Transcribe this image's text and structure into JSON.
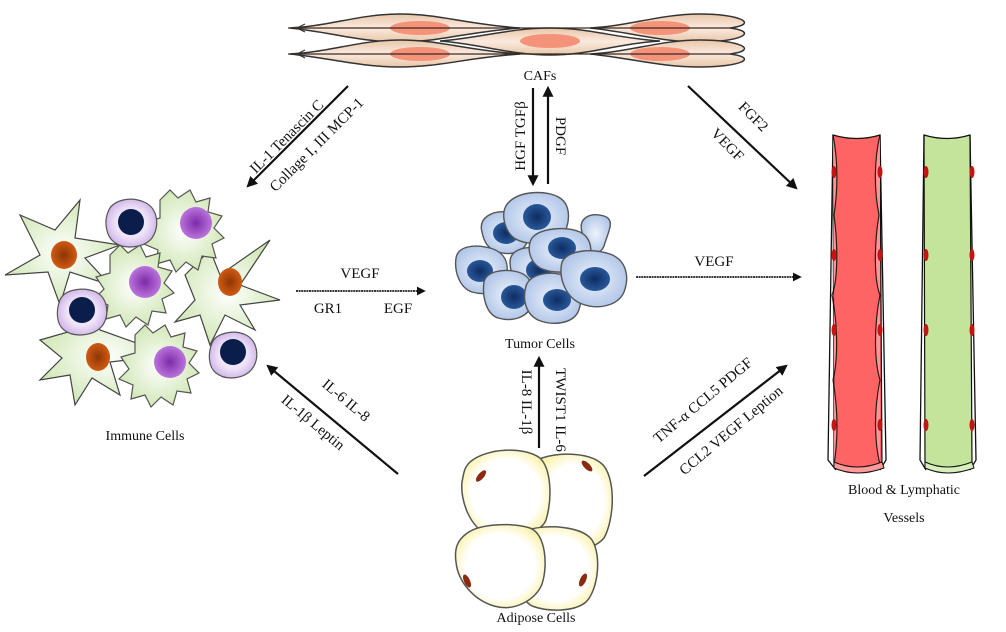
{
  "title": "Tumor microenvironment cell interactions",
  "nodes": {
    "cafs": {
      "label": "CAFs"
    },
    "tumor": {
      "label": "Tumor Cells"
    },
    "immune": {
      "label": "Immune Cells"
    },
    "adipose": {
      "label": "Adipose Cells"
    },
    "vessels": {
      "label_line1": "Blood & Lymphatic",
      "label_line2": "Vessels"
    }
  },
  "arrows": {
    "cafs_to_immune": {
      "from": "CAFs",
      "to": "Immune Cells",
      "upper": "IL-1 Tenascin C",
      "lower": "Collage I, III  MCP-1"
    },
    "cafs_to_tumor": {
      "from": "CAFs",
      "to": "Tumor Cells",
      "label": "HGF TGFβ"
    },
    "tumor_to_cafs": {
      "from": "Tumor Cells",
      "to": "CAFs",
      "label": "PDGF"
    },
    "cafs_to_vessels": {
      "from": "CAFs",
      "to": "Blood & Lymphatic Vessels",
      "upper": "FGF2",
      "lower": "VEGF"
    },
    "immune_to_tumor": {
      "from": "Immune Cells",
      "to": "Tumor Cells",
      "upper": "VEGF",
      "lower_left": "GR1",
      "lower_right": "EGF"
    },
    "tumor_to_vessels": {
      "from": "Tumor Cells",
      "to": "Blood & Lymphatic Vessels",
      "upper": "VEGF"
    },
    "adipose_to_tumor": {
      "from": "Adipose Cells",
      "to": "Tumor Cells",
      "left": "IL-8  IL-1β",
      "right": "TWIST1  IL-6"
    },
    "adipose_to_immune": {
      "from": "Adipose Cells",
      "to": "Immune Cells",
      "upper": "IL-6 IL-8",
      "lower": "IL-1β Leptin"
    },
    "adipose_to_vessels": {
      "from": "Adipose Cells",
      "to": "Blood & Lymphatic Vessels",
      "upper": "TNF-α CCL5 PDGF",
      "lower": "CCL2 VEGF Leption"
    }
  },
  "colors": {
    "caf_body": "#f5d6bf",
    "caf_nucleus": "#f4937a",
    "tumor_body": "#c6d5ef",
    "tumor_nucleus": "#1f4e8c",
    "immune_body": "#dfeecf",
    "immune_nucleus_orange": "#c4510e",
    "immune_nucleus_purple": "#a64dd1",
    "lymphocyte_body": "#dcc6ee",
    "lymphocyte_nucleus": "#0b1d4a",
    "adipose_body": "#fbf6c4",
    "adipose_nucleus": "#8b2a10",
    "blood_vessel": "#ff6464",
    "lymph_vessel": "#c3e49a",
    "vessel_nucleus": "#c41414"
  }
}
